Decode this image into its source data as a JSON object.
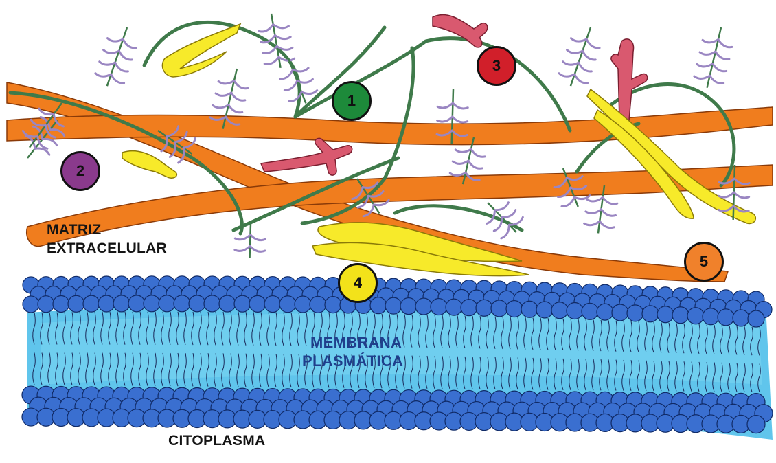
{
  "labels": {
    "matrix_line1": "MATRIZ",
    "matrix_line2": "EXTRACELULAR",
    "membrane_line1": "MEMBRANA",
    "membrane_line2": "PLASMÁTICA",
    "cytoplasm": "CITOPLASMA"
  },
  "markers": [
    {
      "id": "1",
      "color": "#1d8a3a"
    },
    {
      "id": "2",
      "color": "#8a3a8c"
    },
    {
      "id": "3",
      "color": "#d11f2a"
    },
    {
      "id": "4",
      "color": "#f3e21a"
    },
    {
      "id": "5",
      "color": "#f0812b"
    }
  ],
  "colors": {
    "collagen_fiber": "#f07d1e",
    "elastic_fiber": "#3f7a4a",
    "proteoglycan": "#9a86c2",
    "glycoprotein": "#d9596f",
    "adhesion_protein": "#f7ea2a",
    "phospholipid_head": "#3a6fd0",
    "membrane_core": "#4fbfea"
  }
}
